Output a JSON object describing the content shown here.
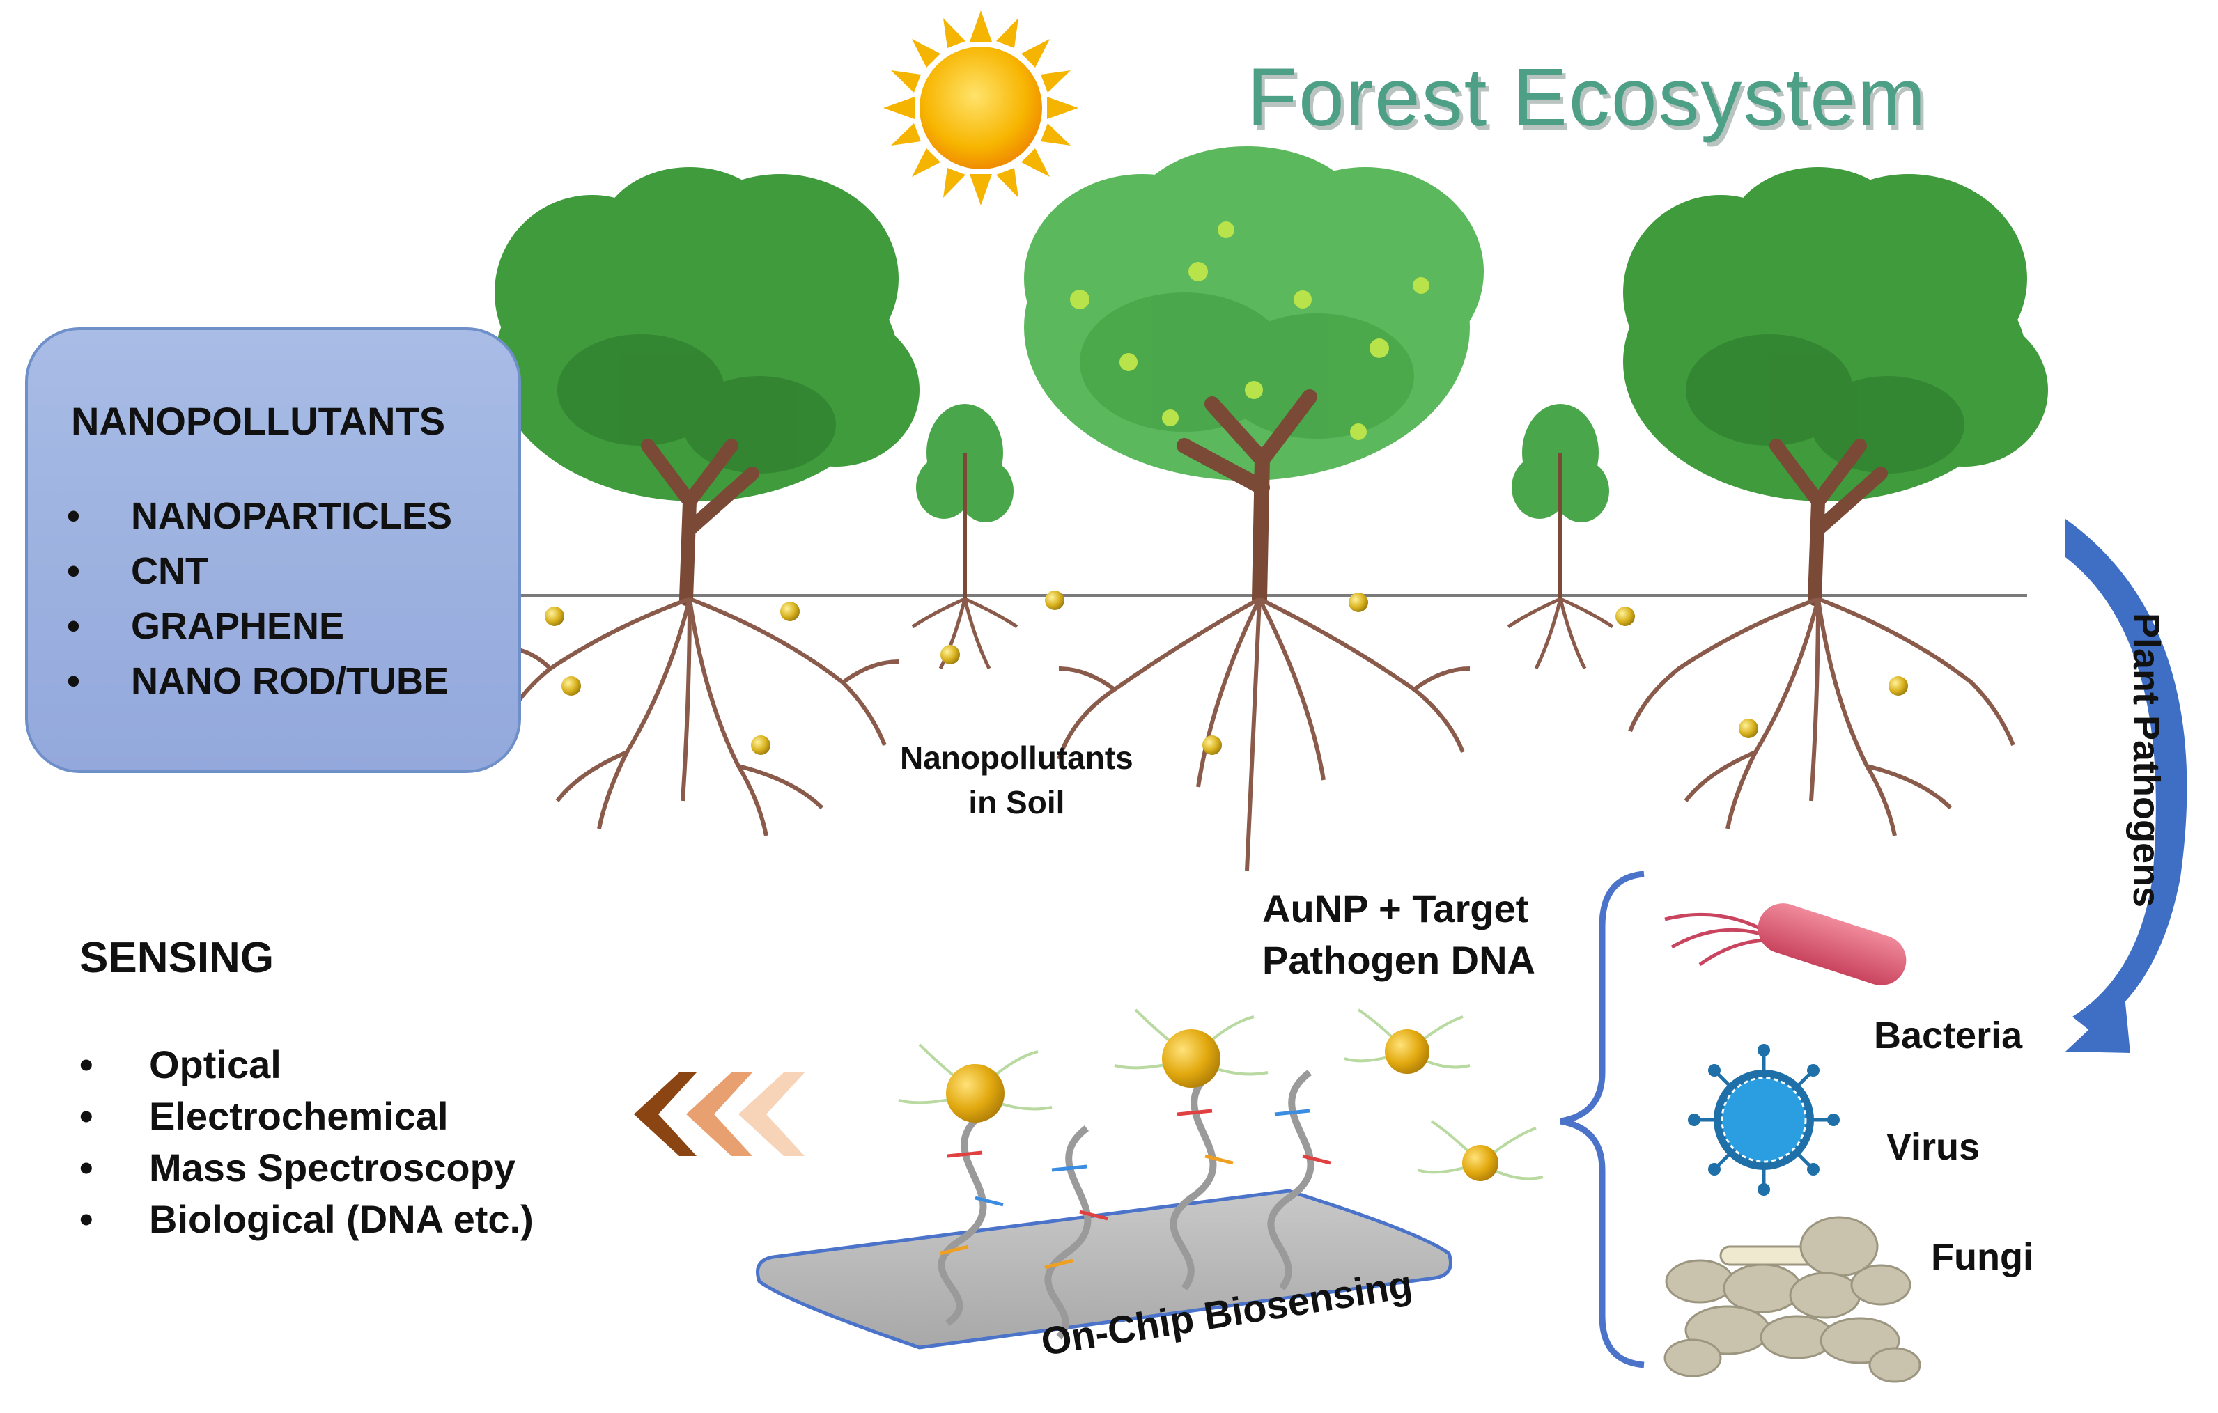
{
  "title": "Forest Ecosystem",
  "nanopollutants": {
    "heading": "NANOPOLLUTANTS",
    "items": [
      "NANOPARTICLES",
      "CNT",
      "GRAPHENE",
      "NANO ROD/TUBE"
    ]
  },
  "soil_label_line1": "Nanopollutants",
  "soil_label_line2": "in Soil",
  "sensing": {
    "heading": "SENSING",
    "items": [
      "Optical",
      "Electrochemical",
      "Mass Spectroscopy",
      "Biological (DNA etc.)"
    ]
  },
  "aunp_line1": "AuNP + Target",
  "aunp_line2": "Pathogen DNA",
  "chip_label": "On-Chip Biosensing",
  "pathogens_label": "Plant Pathogens",
  "pathogens": [
    "Bacteria",
    "Virus",
    "Fungi"
  ],
  "bullet": "•",
  "colors": {
    "title": "#4d9f86",
    "box_fill": "#9db1e0",
    "box_border": "#6f8fc9",
    "canopy": "#3f9b3c",
    "trunk": "#7a4a36",
    "root": "#8a5a4a",
    "nanoparticle": "#d9b21f",
    "arrow_blue": "#3f6fc4",
    "chevrons": [
      "#8b4513",
      "#e8a070",
      "#f7d3b8"
    ],
    "bacteria": "#d95f75",
    "virus": "#1f8fd0",
    "fungi": "#c9c3ad"
  },
  "icons": [
    "sun-icon",
    "tree-icon",
    "sapling-icon",
    "nanoparticle-icon",
    "curved-arrow-icon",
    "chevron-left-icon",
    "brace-icon",
    "bacteria-icon",
    "virus-icon",
    "fungi-icon",
    "dna-strand-icon",
    "gold-nanoparticle-icon",
    "chip-icon"
  ]
}
